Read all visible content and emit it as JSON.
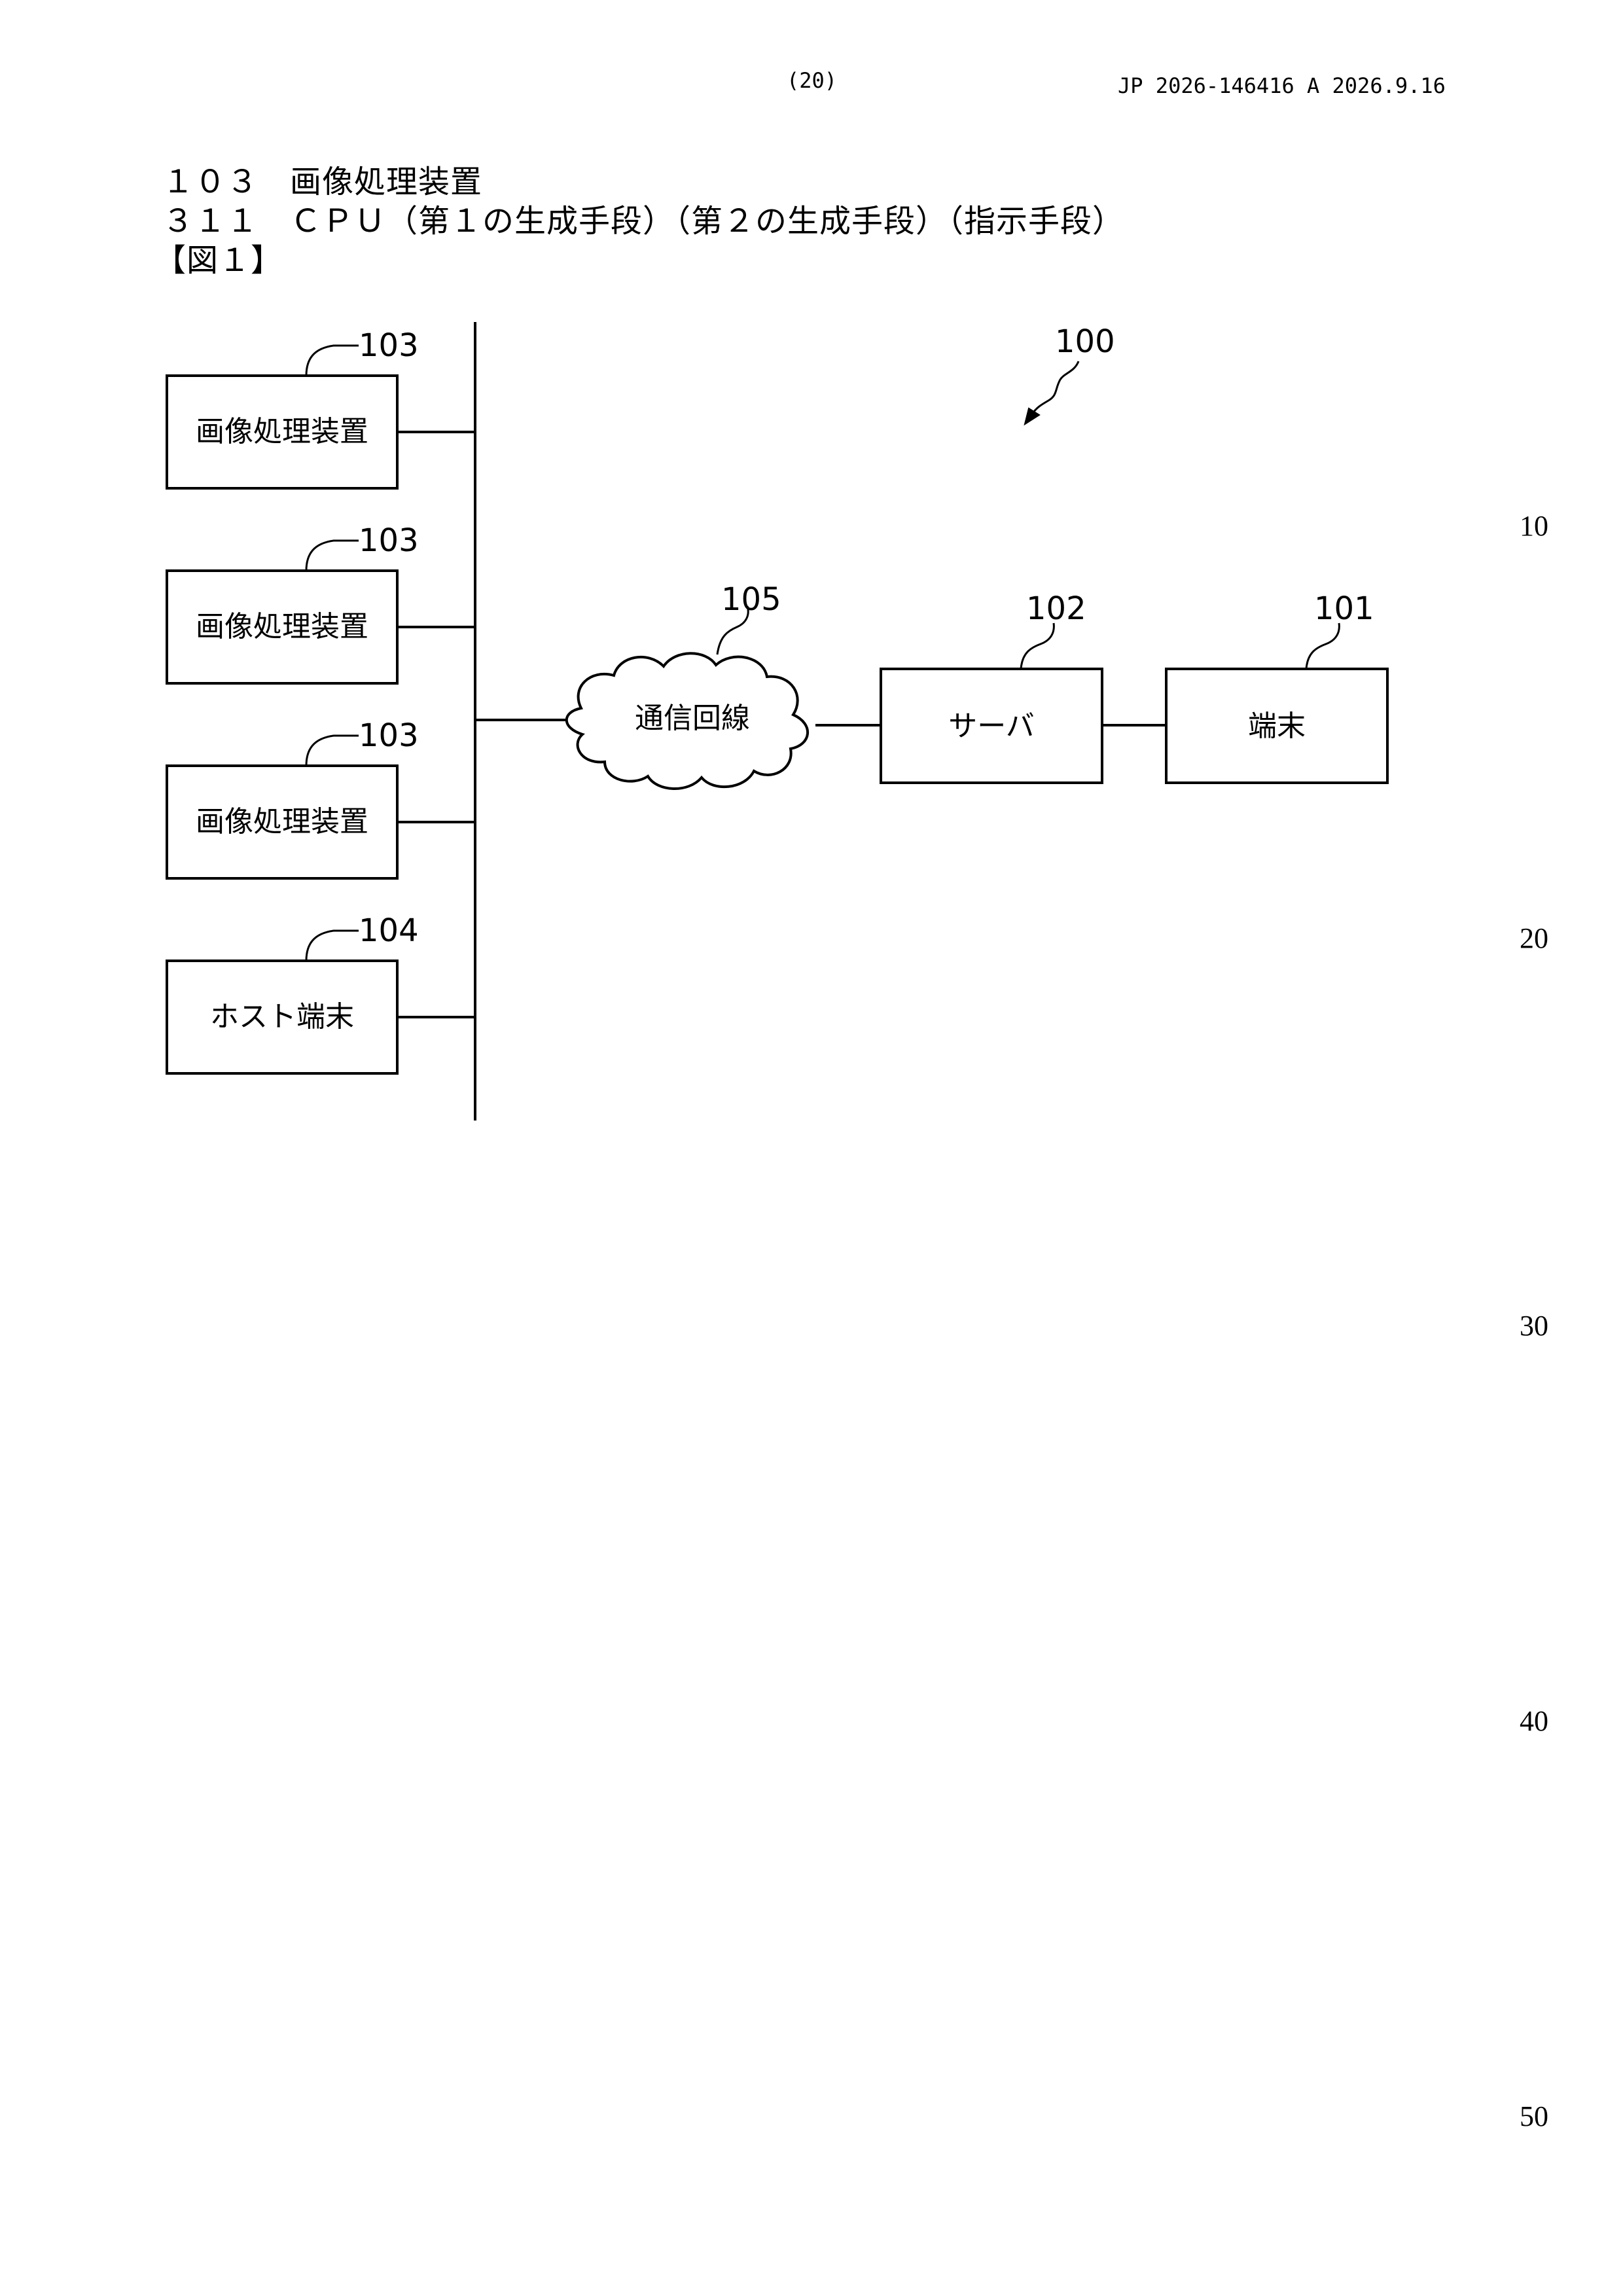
{
  "header": {
    "page_number": "(20)",
    "publication": "JP  2026-146416  A  2026.9.16"
  },
  "body": {
    "line1": {
      "number": "１０３",
      "text": "画像処理装置"
    },
    "line2": {
      "number": "３１１",
      "text": "ＣＰＵ（第１の生成手段）（第２の生成手段）（指示手段）"
    },
    "figure_label": "【図１】"
  },
  "figure": {
    "system_ref": "100",
    "devices": [
      {
        "ref": "103",
        "label": "画像処理装置"
      },
      {
        "ref": "103",
        "label": "画像処理装置"
      },
      {
        "ref": "103",
        "label": "画像処理装置"
      },
      {
        "ref": "104",
        "label": "ホスト端末"
      }
    ],
    "network": {
      "ref": "105",
      "label": "通信回線"
    },
    "server": {
      "ref": "102",
      "label": "サーバ"
    },
    "terminal": {
      "ref": "101",
      "label": "端末"
    }
  },
  "margin_line_numbers": [
    "10",
    "20",
    "30",
    "40",
    "50"
  ]
}
